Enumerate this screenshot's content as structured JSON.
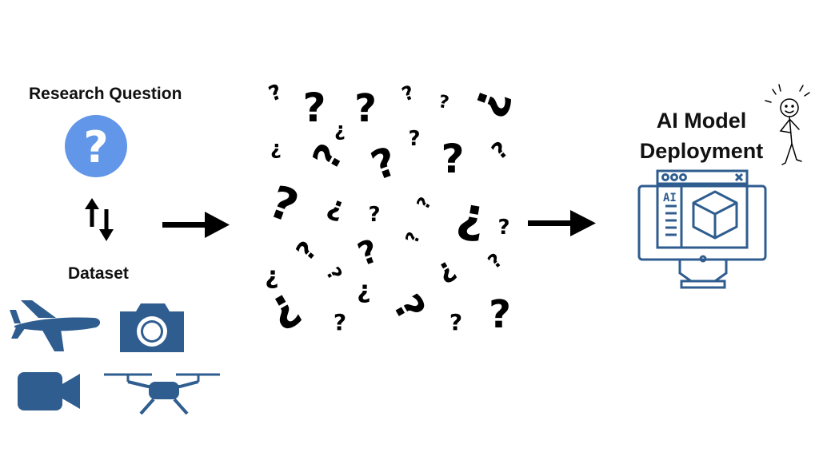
{
  "left": {
    "research_question_label": "Research Question",
    "dataset_label": "Dataset",
    "question_circle_color": "#6196e8",
    "dataset_icon_color": "#2f5d8f",
    "dataset_icons": [
      "airplane-icon",
      "camera-icon",
      "video-camera-icon",
      "drone-icon"
    ],
    "swap_icon": "up-down-arrows-icon"
  },
  "middle": {
    "glyph": "?",
    "inverted_glyph": "¿"
  },
  "right": {
    "title_line1": "AI Model",
    "title_line2": "Deployment",
    "monitor_color": "#2f5d8f",
    "screen_ai_text": "AI",
    "icons": [
      "monitor-icon",
      "cube-icon",
      "stick-figure-icon"
    ]
  },
  "flow_arrows": [
    "arrow-right-icon",
    "arrow-right-icon"
  ]
}
